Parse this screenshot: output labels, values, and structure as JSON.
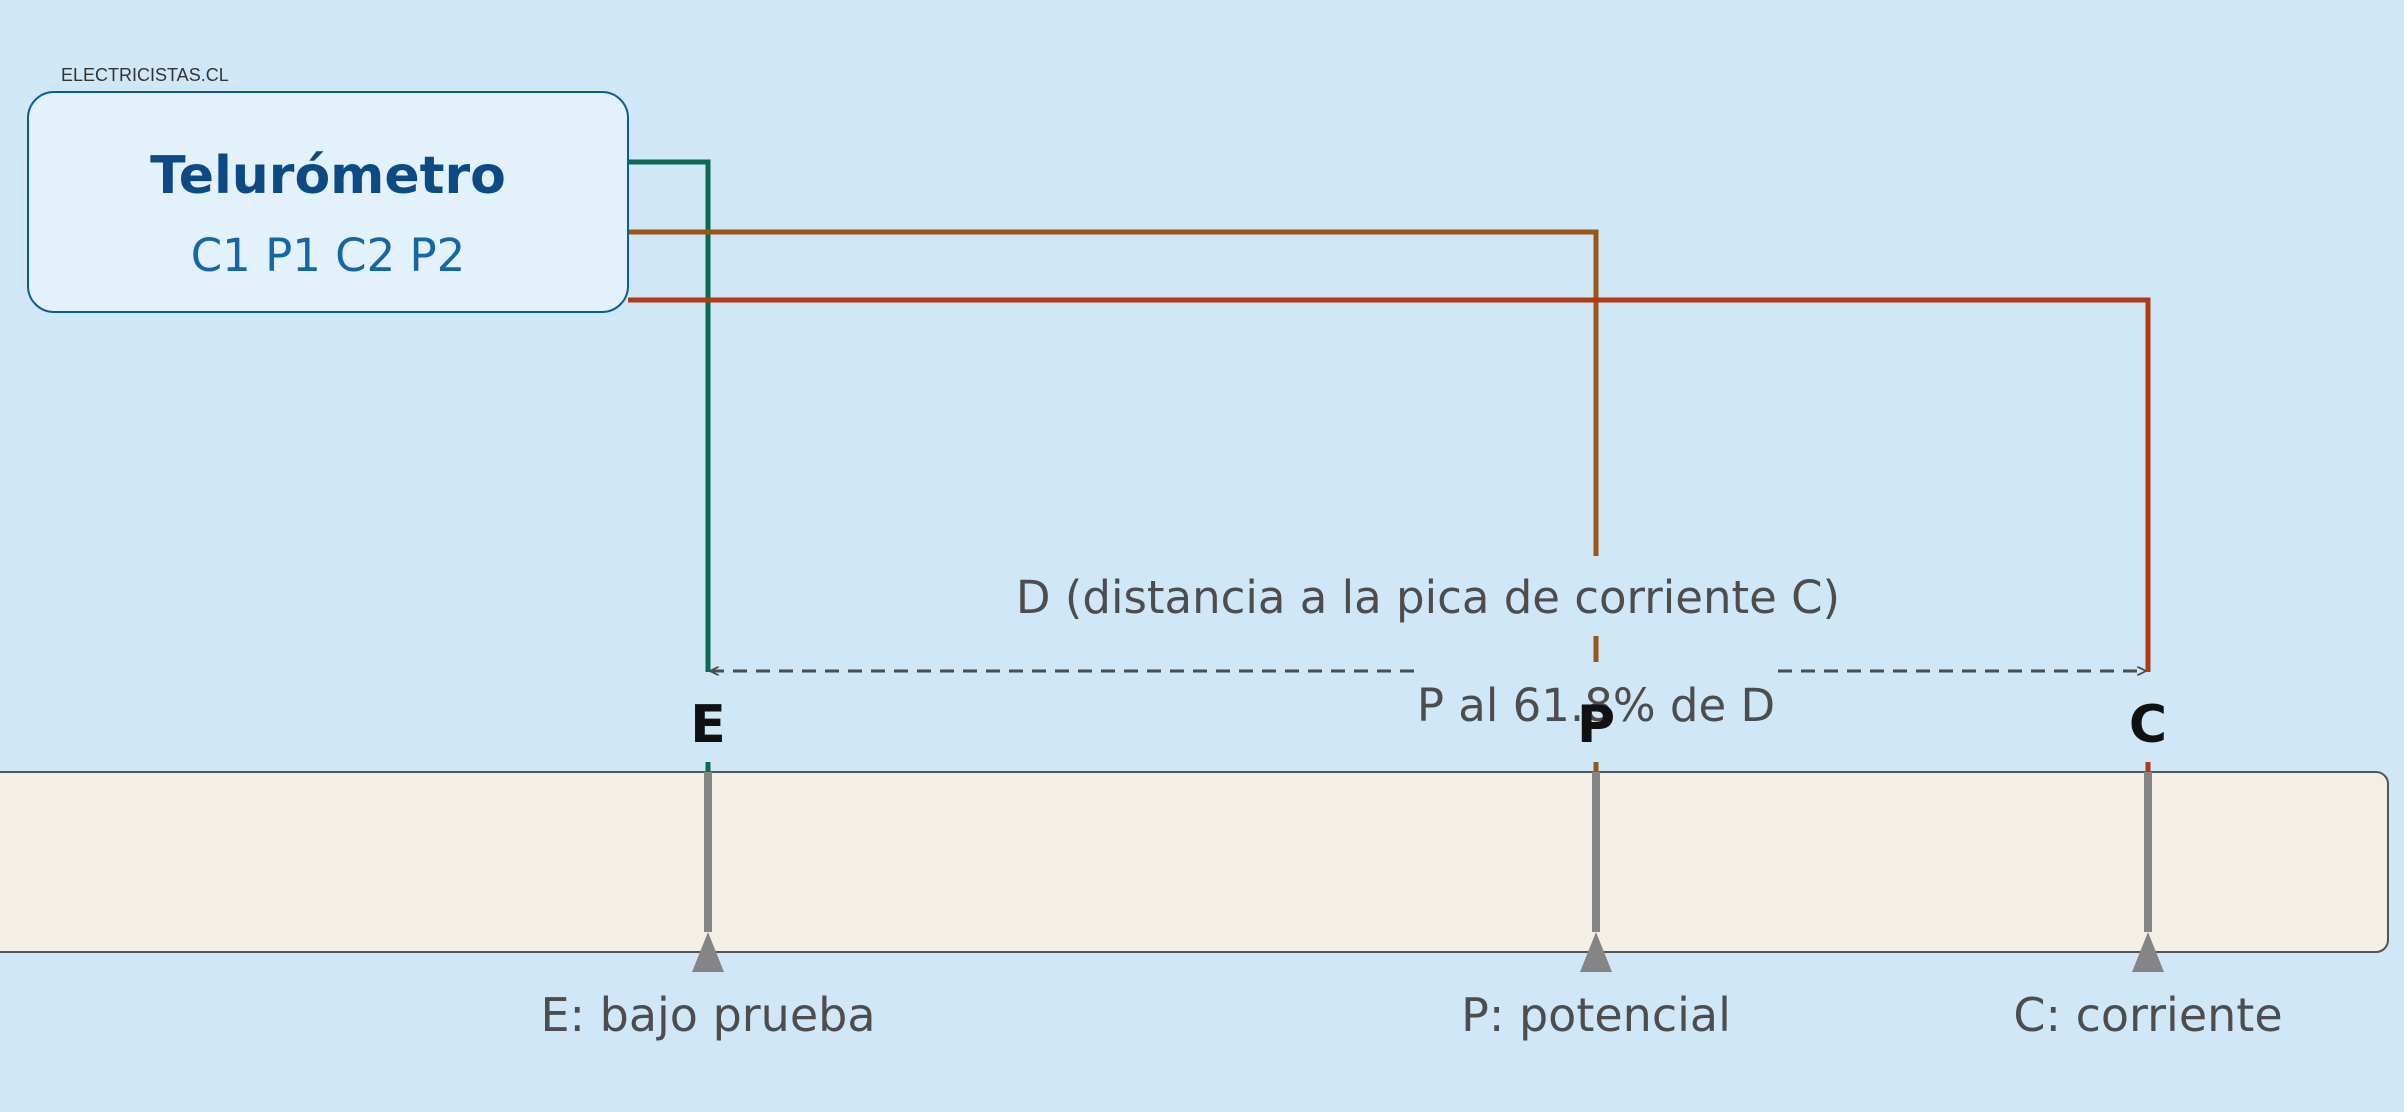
{
  "brand": "ELECTRICISTAS.CL",
  "device": {
    "title": "Telurómetro",
    "ports": "C1 P1 C2 P2"
  },
  "dimension": {
    "distance_label": "D (distancia a la pica de corriente C)",
    "potential_label": "P al 61.8% de D"
  },
  "stakes": [
    {
      "letter": "E",
      "caption": "E: bajo prueba"
    },
    {
      "letter": "P",
      "caption": "P: potencial"
    },
    {
      "letter": "C",
      "caption": "C: corriente"
    }
  ],
  "colors": {
    "background": "#d0e7f8",
    "device_fill": "#e3f1fb",
    "device_border": "#0c5c9c",
    "ground_fill": "#f3efe7",
    "ground_border": "#555555",
    "lead_e": "#0b6b52",
    "lead_p": "#9c5614",
    "lead_c": "#b03a14",
    "stake": "#858585",
    "dimension": "#4d4d4d"
  }
}
